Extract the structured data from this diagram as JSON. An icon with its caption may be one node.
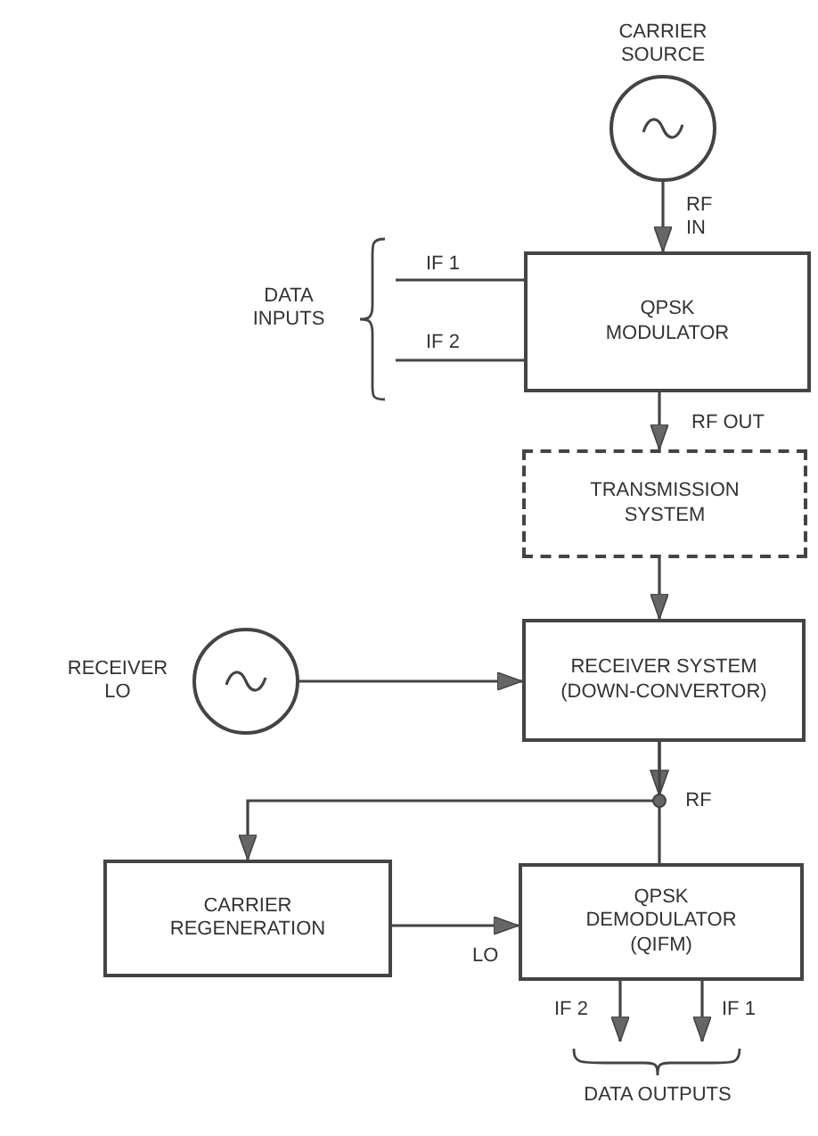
{
  "diagram": {
    "nodes": [
      {
        "text": [],
        "shape": "circle",
        "beside": [
          "CARRIER SOURCE"
        ]
      },
      {
        "text": [
          "QPSK MODULATOR"
        ]
      },
      {
        "text": [
          "TRANSMISSION SYSTEM"
        ]
      },
      {
        "text": [
          "RECEIVER SYSTEM (DOWN-CONVERTOR)"
        ]
      },
      {
        "text": [],
        "shape": "circle",
        "beside": [
          "RECEIVER LO"
        ]
      },
      {
        "text": [
          "CARRIER REGENERATION"
        ]
      },
      {
        "text": [
          "QPSK DEMODULATOR (QIFM)"
        ]
      },
      {
        "text": [
          "DATA INPUTS"
        ]
      },
      {
        "text": [
          "DATA OUTPUTS"
        ]
      }
    ],
    "edges": [
      {
        "from": 0,
        "to": 1,
        "arrow": "to",
        "label": "RF IN"
      },
      {
        "from": 7,
        "to": 1,
        "arrow": "none",
        "label": "IF 1"
      },
      {
        "from": 7,
        "to": 1,
        "arrow": "none",
        "label": "IF 2"
      },
      {
        "from": 1,
        "to": 2,
        "arrow": "to",
        "label": "RF OUT"
      },
      {
        "from": 2,
        "to": 3,
        "arrow": "to"
      },
      {
        "from": 4,
        "to": 3,
        "arrow": "to"
      },
      {
        "from": 3,
        "to": 5,
        "arrow": "to"
      },
      {
        "from": 3,
        "to": 6,
        "arrow": "none"
      },
      {
        "from": 5,
        "to": 6,
        "arrow": "to",
        "label": "LO"
      },
      {
        "from": 6,
        "to": 8,
        "arrow": "to",
        "label": "IF 2"
      },
      {
        "from": 6,
        "to": 8,
        "arrow": "to",
        "label": "IF 1"
      }
    ],
    "labels": [
      "RF"
    ]
  }
}
